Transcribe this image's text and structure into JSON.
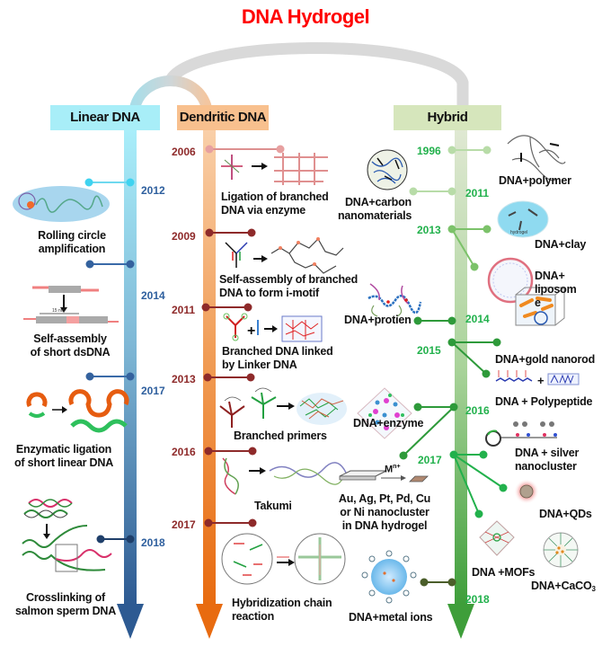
{
  "title": "DNA Hydrogel",
  "colors": {
    "title": "#ff0000",
    "linear_header": "#a8eef8",
    "dendritic_header": "#f8c08e",
    "hybrid_header": "#d6e6bc",
    "linear_year": "#2e5f9e",
    "dendritic_year": "#8e2a2a",
    "hybrid_year": "#22b14c"
  },
  "categories": [
    {
      "id": "linear",
      "label": "Linear DNA"
    },
    {
      "id": "dendritic",
      "label": "Dendritic DNA"
    },
    {
      "id": "hybrid",
      "label": "Hybrid"
    }
  ],
  "linear": [
    {
      "year": "2012",
      "label": [
        "Rolling circle",
        "amplification"
      ]
    },
    {
      "year": "2014",
      "label": [
        "Self-assembly",
        "of short dsDNA"
      ]
    },
    {
      "year": "2017",
      "label": [
        "Enzymatic ligation",
        "of short  linear DNA"
      ]
    },
    {
      "year": "2018",
      "label": [
        "Crosslinking of",
        "salmon sperm DNA"
      ]
    }
  ],
  "dendritic": [
    {
      "year": "2006",
      "label": [
        "Ligation of branched",
        "DNA via enzyme"
      ]
    },
    {
      "year": "2009",
      "label": [
        "Self-assembly of branched",
        "DNA to form i-motif"
      ]
    },
    {
      "year": "2011",
      "label": [
        "Branched DNA linked",
        "by Linker DNA"
      ]
    },
    {
      "year": "2013",
      "label": [
        "Branched primers"
      ]
    },
    {
      "year": "2016",
      "label": [
        "Takumi"
      ]
    },
    {
      "year": "2017",
      "label": [
        "Hybridization chain",
        "reaction"
      ]
    }
  ],
  "hybrid": {
    "years": [
      "1996",
      "2011",
      "2013",
      "2014",
      "2015",
      "2016",
      "2017",
      "2018"
    ],
    "items": [
      {
        "year": "1996",
        "label": [
          "DNA+polymer"
        ]
      },
      {
        "year": "2011",
        "label": [
          "DNA+carbon",
          "nanomaterials"
        ]
      },
      {
        "year": "2013",
        "label": [
          "DNA+clay"
        ]
      },
      {
        "year": "2013",
        "label": [
          "DNA+",
          "liposom",
          "e"
        ]
      },
      {
        "year": "2014",
        "label": [
          "DNA+protien"
        ]
      },
      {
        "year": "2015",
        "label": [
          "DNA+gold nanorod"
        ]
      },
      {
        "year": "2015",
        "label": [
          "DNA + Polypeptide"
        ]
      },
      {
        "year": "2016",
        "label": [
          "DNA+enzyme"
        ]
      },
      {
        "year": "2016",
        "label": [
          "Au, Ag, Pt, Pd, Cu",
          "or Ni nanocluster",
          "in DNA hydrogel"
        ]
      },
      {
        "year": "2017",
        "label": [
          "DNA + silver",
          "nanocluster"
        ]
      },
      {
        "year": "2017",
        "label": [
          "DNA+QDs"
        ]
      },
      {
        "year": "2017",
        "label": [
          "DNA +MOFs"
        ]
      },
      {
        "year": "2017",
        "label": [
          "DNA+CaCO",
          "3"
        ]
      },
      {
        "year": "2018",
        "label": [
          "DNA+metal ions"
        ]
      }
    ],
    "metal_arrow_label": "M",
    "metal_arrow_sup": "n+",
    "clay_inner_label": "hydrogel",
    "dsdna_scale": "15 nm"
  }
}
